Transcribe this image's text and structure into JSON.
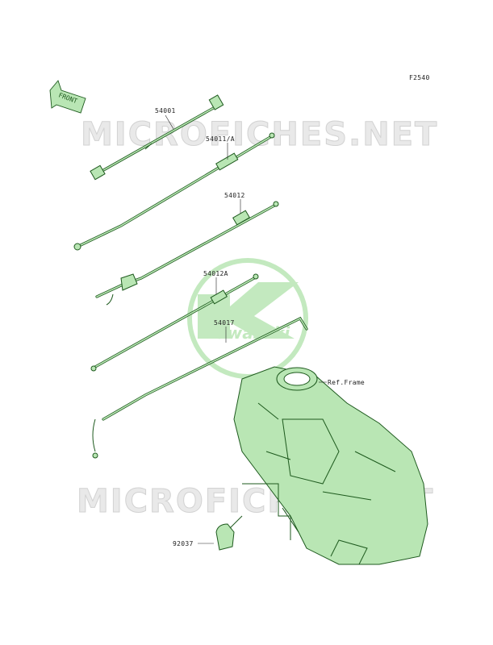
{
  "figure_code": "F2540",
  "front_arrow_label": "FRONT",
  "watermark_text": "MICROFICHES.NET",
  "logo_text": "Kawasaki",
  "parts": [
    {
      "id": "54001",
      "label": "54001"
    },
    {
      "id": "54011A",
      "label": "54011/A"
    },
    {
      "id": "54012",
      "label": "54012"
    },
    {
      "id": "54012A",
      "label": "54012A"
    },
    {
      "id": "54017",
      "label": "54017"
    },
    {
      "id": "ref-frame",
      "label": "Ref.Frame"
    },
    {
      "id": "92037",
      "label": "92037"
    }
  ],
  "colors": {
    "part_fill": "#b9e6b4",
    "part_stroke": "#1e5a1e",
    "logo": "#b9e6b4"
  }
}
